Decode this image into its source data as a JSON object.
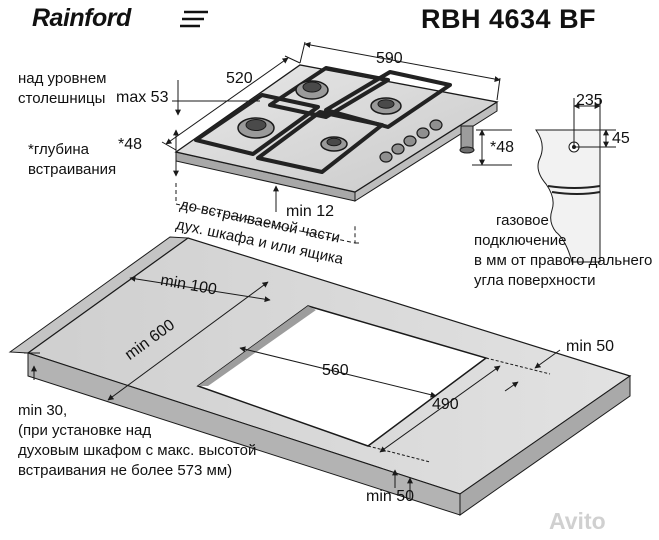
{
  "header": {
    "brand": "Rainford",
    "model": "RBH 4634 BF"
  },
  "hob_labels": {
    "above_countertop_line1": "над уровнем",
    "above_countertop_line2": "столешницы",
    "max53": "max 53",
    "depth_star": "*48",
    "depth_line1": "*глубина",
    "depth_line2": "встраивания",
    "width590": "590",
    "depth520": "520",
    "height_star_right": "*48",
    "min12": "min 12",
    "note_line1": "до встраиваемой части",
    "note_line2": "дух. шкафа и или ящика"
  },
  "gas_labels": {
    "dim235": "235",
    "dim45": "45",
    "line1": "газовое",
    "line2": "подключение",
    "line3": "в мм от правого дальнего",
    "line4": "угла поверхности"
  },
  "countertop_labels": {
    "min100": "min 100",
    "min600": "min 600",
    "cut560": "560",
    "cut490": "490",
    "min50_right": "min 50",
    "min50_bottom": "min 50",
    "min30": "min 30,",
    "note_line1": "(при установке над",
    "note_line2": "духовым шкафом с макс. высотой",
    "note_line3": "встраивания не более 573 мм)"
  },
  "watermark": "Avito",
  "colors": {
    "line": "#1a1a1a",
    "hob_top": "#dcdcdc",
    "countertop_top": "#d6d6d6",
    "countertop_edge": "#b5b5b5"
  }
}
